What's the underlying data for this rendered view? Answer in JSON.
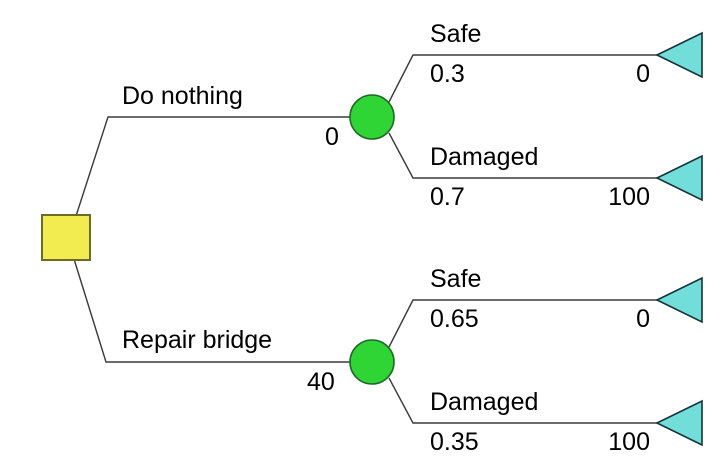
{
  "diagram": {
    "type": "decision-tree",
    "colors": {
      "decision_node": "#f2ec50",
      "chance_node": "#2fd435",
      "terminal_node": "#72ded9",
      "edge": "#3a3a3a",
      "background": "#ffffff"
    },
    "root": {
      "node_kind": "decision",
      "name": "decision-node"
    },
    "branches": [
      {
        "label": "Do nothing",
        "expected_value": "0",
        "chance_node": "chance-node-do-nothing",
        "outcomes": [
          {
            "label": "Safe",
            "probability": "0.3",
            "payoff": "0"
          },
          {
            "label": "Damaged",
            "probability": "0.7",
            "payoff": "100"
          }
        ]
      },
      {
        "label": "Repair bridge",
        "expected_value": "40",
        "chance_node": "chance-node-repair-bridge",
        "outcomes": [
          {
            "label": "Safe",
            "probability": "0.65",
            "payoff": "0"
          },
          {
            "label": "Damaged",
            "probability": "0.35",
            "payoff": "100"
          }
        ]
      }
    ]
  }
}
